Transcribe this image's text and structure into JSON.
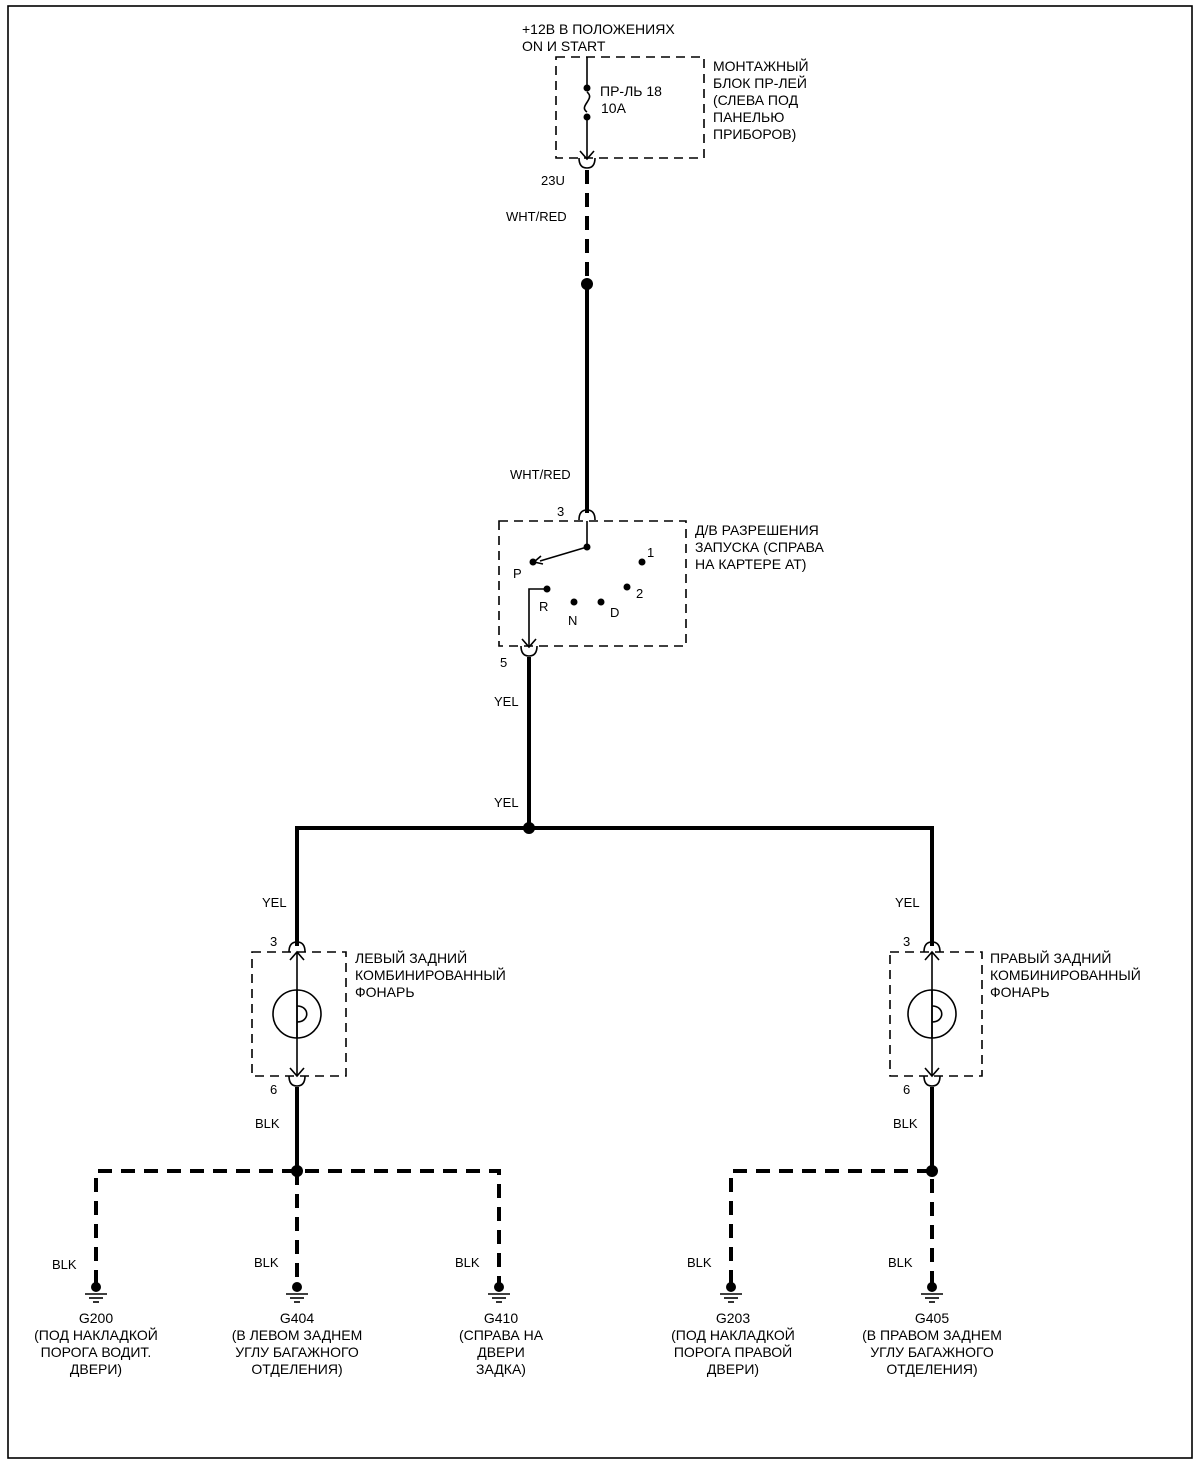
{
  "power": {
    "line1": "+12В В ПОЛОЖЕНИЯХ",
    "line2": "ON И START"
  },
  "relay_block": {
    "fuse_name": "ПР-ЛЬ 18",
    "fuse_rating": "10A",
    "desc": [
      "МОНТАЖНЫЙ",
      "БЛОК ПР-ЛЕЙ",
      "(СЛЕВА ПОД",
      "ПАНЕЛЬЮ",
      "ПРИБОРОВ)"
    ],
    "pin": "23U"
  },
  "wires": {
    "wht_red_1": "WHT/RED",
    "wht_red_2": "WHT/RED",
    "yel_1": "YEL",
    "yel_2": "YEL",
    "yel_left": "YEL",
    "yel_right": "YEL",
    "blk_left": "BLK",
    "blk_right": "BLK",
    "blk_g200": "BLK",
    "blk_g404": "BLK",
    "blk_g410": "BLK",
    "blk_g203": "BLK",
    "blk_g405": "BLK"
  },
  "switch": {
    "desc": [
      "Д/В РАЗРЕШЕНИЯ",
      "ЗАПУСКА (СПРАВА",
      "НА КАРТЕРЕ АТ)"
    ],
    "pin_in": "3",
    "pin_out": "5",
    "pos_p": "P",
    "pos_r": "R",
    "pos_n": "N",
    "pos_d": "D",
    "pos_2": "2",
    "pos_1": "1"
  },
  "left_lamp": {
    "desc": [
      "ЛЕВЫЙ ЗАДНИЙ",
      "КОМБИНИРОВАННЫЙ",
      "ФОНАРЬ"
    ],
    "pin_in": "3",
    "pin_out": "6"
  },
  "right_lamp": {
    "desc": [
      "ПРАВЫЙ ЗАДНИЙ",
      "КОМБИНИРОВАННЫЙ",
      "ФОНАРЬ"
    ],
    "pin_in": "3",
    "pin_out": "6"
  },
  "grounds": [
    {
      "id": "G200",
      "desc": [
        "(ПОД НАКЛАДКОЙ",
        "ПОРОГА ВОДИТ.",
        "ДВЕРИ)"
      ]
    },
    {
      "id": "G404",
      "desc": [
        "(В ЛЕВОМ ЗАДНЕМ",
        "УГЛУ БАГАЖНОГО",
        "ОТДЕЛЕНИЯ)"
      ]
    },
    {
      "id": "G410",
      "desc": [
        "(СПРАВА НА",
        "ДВЕРИ",
        "ЗАДКА)"
      ]
    },
    {
      "id": "G203",
      "desc": [
        "(ПОД НАКЛАДКОЙ",
        "ПОРОГА ПРАВОЙ",
        "ДВЕРИ)"
      ]
    },
    {
      "id": "G405",
      "desc": [
        "(В ПРАВОМ ЗАДНЕМ",
        "УГЛУ БАГАЖНОГО",
        "ОТДЕЛЕНИЯ)"
      ]
    }
  ]
}
